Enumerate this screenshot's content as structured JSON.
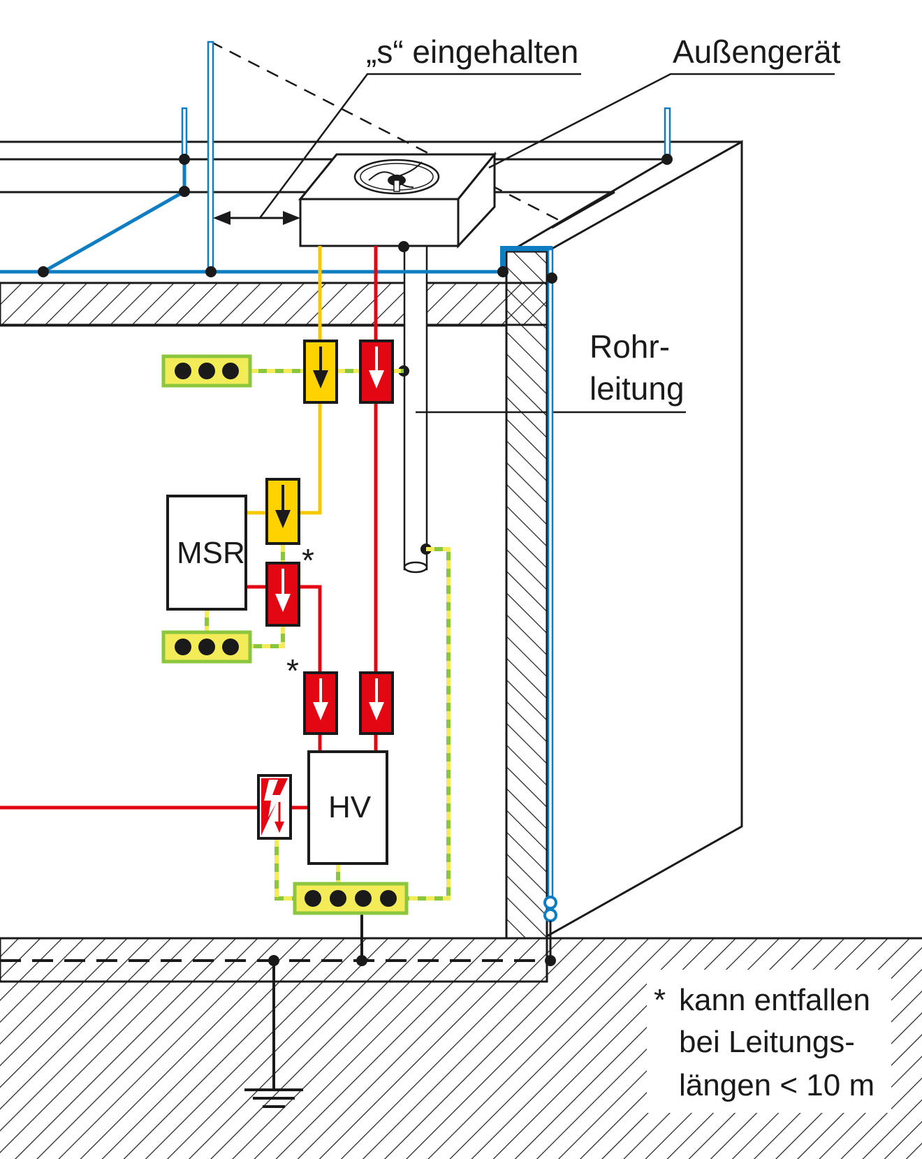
{
  "labels": {
    "s_label": "„s“ eingehalten",
    "outdoor_unit": "Außengerät",
    "pipe_line1": "Rohr-",
    "pipe_line2": "leitung",
    "msr": "MSR",
    "hv": "HV",
    "asterisk": "*"
  },
  "note": {
    "star": "*",
    "line1": "kann entfallen",
    "line2": "bei Leitungs-",
    "line3": "längen < 10 m"
  },
  "colors": {
    "lightning_protection": "#0f7dc2",
    "power_line": "#e30613",
    "signal_line": "#f5c800",
    "earthing_green": "#8cc63f",
    "earthing_yellow": "#f3ec58",
    "spd_red": "#e30613",
    "spd_yellow": "#ffd200",
    "outline": "#1a1a1a"
  }
}
